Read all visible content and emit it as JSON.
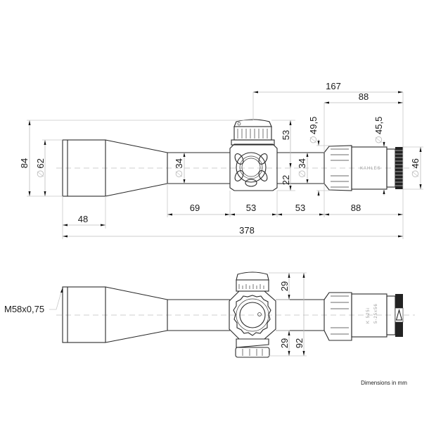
{
  "drawing": {
    "subject": "Riflescope dimensional drawing",
    "units_note": "Dimensions in mm",
    "brand_marking": "KAHLES",
    "model_marking": "K 525i",
    "magnification_marking": "5-25x56"
  },
  "top_view": {
    "vertical_dims": {
      "overall_height": "84",
      "objective_diameter": "62",
      "tube_diameter_front": "34",
      "turret_height_above": "53",
      "turret_below": "22",
      "tube_diameter_rear": "34",
      "diameter_49_5": "49,5",
      "diameter_45_5": "45,5",
      "eyepiece_diameter": "46"
    },
    "diameter_symbol": "∅",
    "horizontal_dims": {
      "objective_length": "48",
      "seg_69": "69",
      "seg_53a": "53",
      "seg_53b": "53",
      "seg_88_bottom": "88",
      "overall_length": "378",
      "top_167": "167",
      "top_88": "88"
    }
  },
  "bottom_view": {
    "thread_label": "M58x0,75",
    "vertical_dims": {
      "turret_above": "29",
      "turret_below": "29",
      "total_height": "92"
    }
  },
  "footer": {
    "note": "Dimensions in mm"
  }
}
